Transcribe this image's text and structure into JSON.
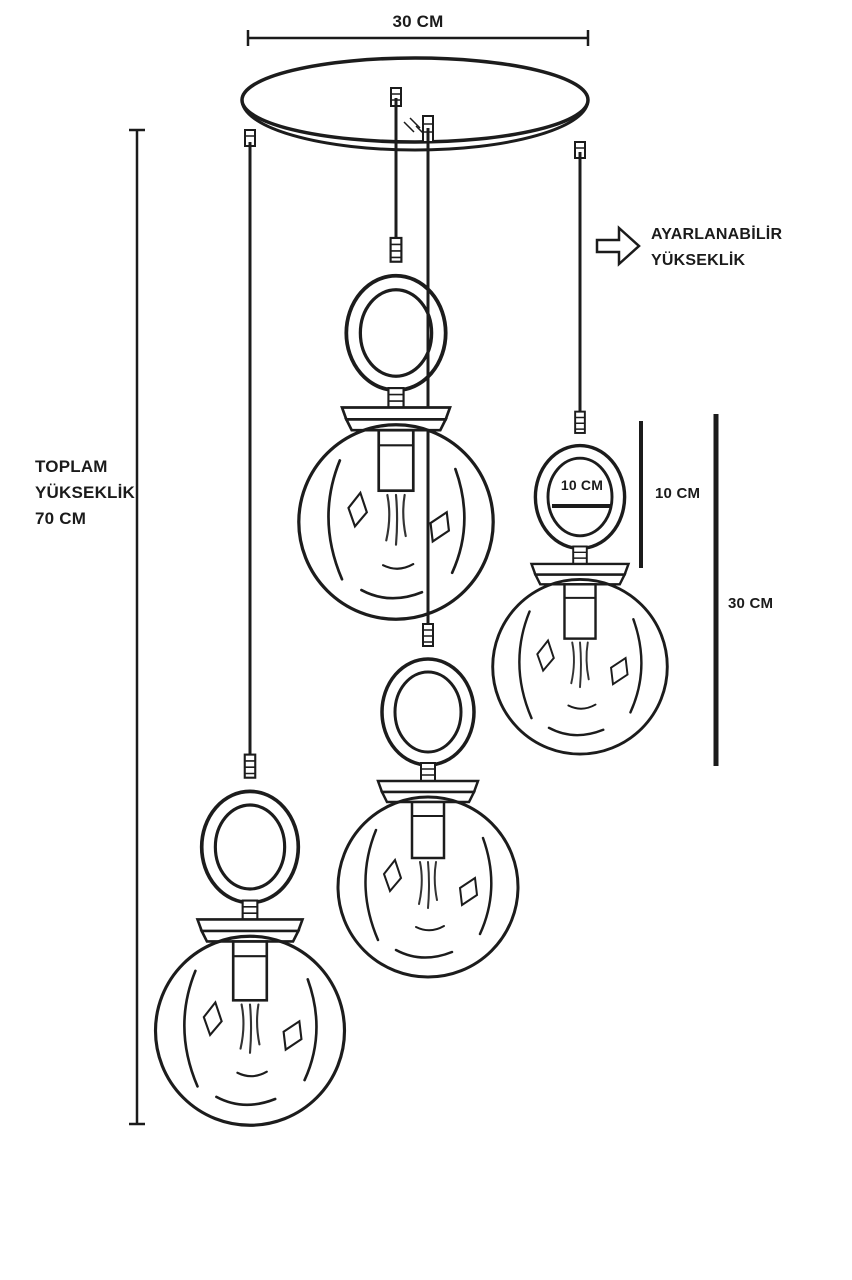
{
  "diagram": {
    "type": "pendant-lamp-dimension-diagram",
    "labels": {
      "top_width": "30 CM",
      "total_height_line1": "TOPLAM",
      "total_height_line2": "YÜKSEKLİK",
      "total_height_line3": "70 CM",
      "adjustable_line1": "AYARLANABİLİR",
      "adjustable_line2": "YÜKSEKLİK",
      "ring_width": "10 CM",
      "right_small_height": "10 CM",
      "right_large_height": "30 CM"
    },
    "colors": {
      "line": "#1c1c1c",
      "text": "#1b1b1b",
      "background": "#ffffff"
    }
  }
}
